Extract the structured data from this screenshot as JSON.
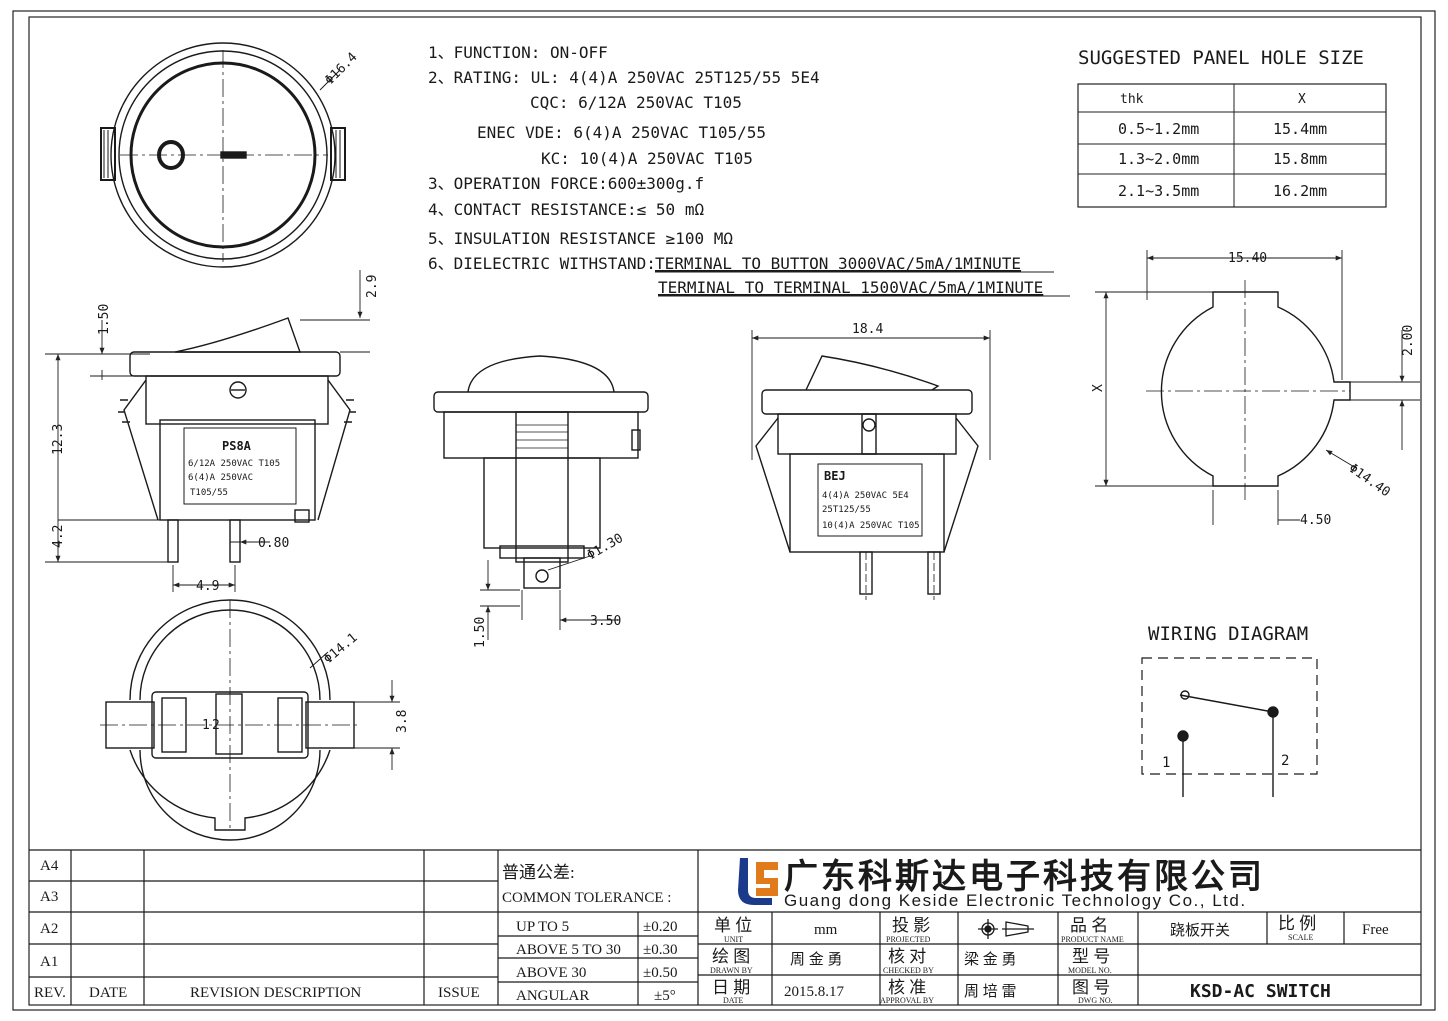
{
  "spec": {
    "lines": [
      "1、FUNCTION: ON-OFF",
      "2、RATING:   UL: 4(4)A 250VAC 25T125/55  5E4",
      "CQC: 6/12A 250VAC T105",
      "ENEC VDE: 6(4)A 250VAC T105/55",
      "KC: 10(4)A 250VAC T105",
      "3、OPERATION FORCE:600±300g.f",
      "4、CONTACT RESISTANCE:≤ 50 mΩ",
      "5、INSULATION RESISTANCE  ≥100 MΩ",
      "6、DIELECTRIC WITHSTAND:"
    ],
    "withstand": [
      "TERMINAL TO BUTTON 3000VAC/5mA/1MINUTE",
      "TERMINAL TO TERMINAL 1500VAC/5mA/1MINUTE"
    ]
  },
  "panel_hole": {
    "title": "SUGGESTED PANEL HOLE SIZE",
    "headers": [
      "thk",
      "X"
    ],
    "rows": [
      [
        "0.5~1.2mm",
        "15.4mm"
      ],
      [
        "1.3~2.0mm",
        "15.8mm"
      ],
      [
        "2.1~3.5mm",
        "16.2mm"
      ]
    ]
  },
  "dims": {
    "top_dia": "Φ16.4",
    "d150": "1.50",
    "d29": "2.9",
    "d123": "12.3",
    "d42": "4.2",
    "d080": "0.80",
    "d49": "4.9",
    "d_hole": "Φ1.30",
    "d350": "3.50",
    "d150b": "1.50",
    "d184": "18.4",
    "d1540": "15.40",
    "d200": "2.00",
    "dx": "X",
    "d1440": "Φ14.40",
    "d450": "4.50",
    "d141": "Φ14.1",
    "d38": "3.8"
  },
  "side_label": [
    "PS8A",
    "6/12A 250VAC T105",
    "6(4)A 250VAC",
    "T105/55"
  ],
  "front_label": [
    "BEJ",
    "4(4)A 250VAC 5E4",
    "25T125/55",
    "10(4)A 250VAC T105"
  ],
  "bottom_terms": [
    "1",
    "2"
  ],
  "wiring": {
    "title": "WIRING DIAGRAM",
    "t1": "1",
    "t2": "2"
  },
  "revision": {
    "rows": [
      "A4",
      "A3",
      "A2",
      "A1"
    ],
    "headers": [
      "REV.",
      "DATE",
      "REVISION DESCRIPTION",
      "ISSUE"
    ]
  },
  "tolerance": {
    "title_cn": "普通公差:",
    "title_en": "COMMON TOLERANCE :",
    "rows": [
      [
        "UP TO 5",
        "±0.20"
      ],
      [
        "ABOVE 5 TO 30",
        "±0.30"
      ],
      [
        "ABOVE 30",
        "±0.50"
      ],
      [
        "ANGULAR",
        "±5°"
      ]
    ]
  },
  "company": {
    "cn": "广东科斯达电子科技有限公司",
    "en": "Guang dong Keside  Electronic Technology Co., Ltd.",
    "logo_color": "#1c3a8c",
    "text_color": "#2b4cb0"
  },
  "titleblock": {
    "unit_cn": "单 位",
    "unit_en": "UNIT",
    "unit_val": "mm",
    "proj_cn": "投 影",
    "proj_en": "PROJECTED",
    "pname_cn": "品 名",
    "pname_en": "PRODUCT NAME",
    "pname_val": "跷板开关",
    "scale_cn": "比 例",
    "scale_en": "SCALE",
    "scale_val": "Free",
    "drawn_cn": "绘 图",
    "drawn_en": "DRAWN BY",
    "drawn_val": "周 金 勇",
    "check_cn": "核 对",
    "check_en": "CHECKED BY",
    "check_val": "梁 金 勇",
    "model_cn": "型 号",
    "model_en": "MODEL NO.",
    "date_cn": "日 期",
    "date_en": "DATE",
    "date_val": "2015.8.17",
    "appr_cn": "核 准",
    "appr_en": "APPROVAL BY",
    "appr_val": "周 培 雷",
    "dwg_cn": "图 号",
    "dwg_en": "DWG NO.",
    "dwg_val": "KSD-AC SWITCH"
  }
}
